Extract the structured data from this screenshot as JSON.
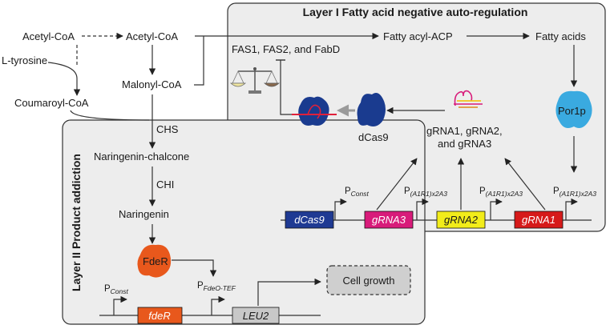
{
  "layer1": {
    "title": "Layer I Fatty acid negative auto-regulation"
  },
  "layer2": {
    "title": "Layer II Product addiction"
  },
  "metabolites": {
    "acetyl_coa_1": "Acetyl-CoA",
    "acetyl_coa_2": "Acetyl-CoA",
    "l_tyrosine": "L-tyrosine",
    "malonyl_coa": "Malonyl-CoA",
    "coumaroyl_coa": "Coumaroyl-CoA",
    "naringenin_chalcone": "Naringenin-chalcone",
    "naringenin": "Naringenin",
    "fatty_acyl_acp": "Fatty acyl-ACP",
    "fatty_acids": "Fatty acids"
  },
  "enzymes": {
    "chs": "CHS",
    "chi": "CHI",
    "fas": "FAS1, FAS2, and FabD"
  },
  "proteins": {
    "dcas9": "dCas9",
    "por1p": "Por1p",
    "fder": "FdeR"
  },
  "grnas": {
    "line1": "gRNA1, gRNA2,",
    "line2": "and gRNA3"
  },
  "genes": {
    "dcas9": "dCas9",
    "grna3": "gRNA3",
    "grna2": "gRNA2",
    "grna1": "gRNA1",
    "fder": "fdeR",
    "leu2": "LEU2"
  },
  "promoters": {
    "const_1": {
      "main": "P",
      "sub": "Const"
    },
    "a1r1_1": {
      "main": "P",
      "sub": "(A1R1)x2A3"
    },
    "a1r1_2": {
      "main": "P",
      "sub": "(A1R1)x2A3"
    },
    "a1r1_3": {
      "main": "P",
      "sub": "(A1R1)x2A3"
    },
    "const_2": {
      "main": "P",
      "sub": "Const"
    },
    "fdeo_tef": {
      "main": "P",
      "sub": "FdeO-TEF"
    }
  },
  "cell_growth": "Cell growth",
  "colors": {
    "panel_fill": "#ededed",
    "dcas9_protein": "#1a3b8f",
    "dcas9_gene": "#1f3a93",
    "grna3_gene": "#d81b7a",
    "grna2_gene": "#f2ec1a",
    "grna1_gene": "#d61a1a",
    "por1p": "#3aaae0",
    "fder": "#e8581c",
    "leu2": "#c8c8c8"
  }
}
